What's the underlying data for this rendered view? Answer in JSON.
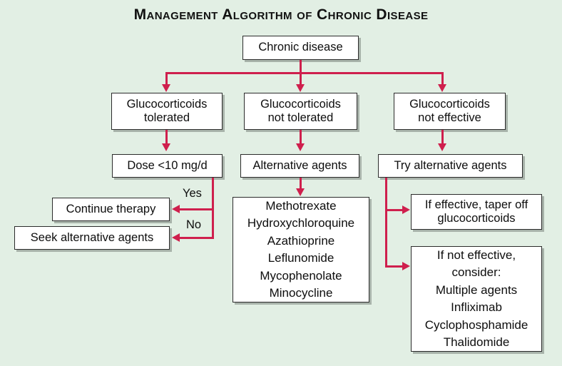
{
  "title": "Management Algorithm of Chronic Disease",
  "colors": {
    "background": "#e2efe4",
    "arrow": "#cf1f4d",
    "box_fill": "#ffffff",
    "box_border": "#2b2b2b",
    "text": "#0d0d0d"
  },
  "nodes": {
    "root": "Chronic disease",
    "branch_tolerated": "Glucocorticoids\ntolerated",
    "branch_not_tolerated": "Glucocorticoids\nnot tolerated",
    "branch_not_effective": "Glucocorticoids\nnot effective",
    "dose": "Dose <10 mg/d",
    "alternative_agents": "Alternative agents",
    "try_alternative_agents": "Try alternative agents",
    "continue_therapy": "Continue therapy",
    "seek_alternative_agents": "Seek alternative agents",
    "drug_list": "Methotrexate\nHydroxychloroquine\nAzathioprine\nLeflunomide\nMycophenolate\nMinocycline",
    "if_effective": "If effective, taper off\nglucocorticoids",
    "if_not_effective": "If not effective,\nconsider:\nMultiple agents\nInfliximab\nCyclophosphamide\nThalidomide"
  },
  "drug_list_items": [
    "Methotrexate",
    "Hydroxychloroquine",
    "Azathioprine",
    "Leflunomide",
    "Mycophenolate",
    "Minocycline"
  ],
  "not_effective_items": [
    "If not effective,",
    "consider:",
    "Multiple agents",
    "Infliximab",
    "Cyclophosphamide",
    "Thalidomide"
  ],
  "edge_labels": {
    "yes": "Yes",
    "no": "No"
  }
}
